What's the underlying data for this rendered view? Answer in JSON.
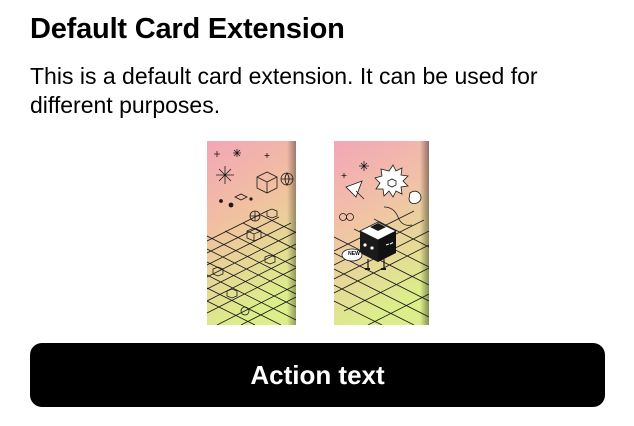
{
  "card_extension": {
    "title": "Default Card Extension",
    "description": "This is a default card extension. It can be used for different purposes.",
    "action_label": "Action text",
    "badge_text": "NEW",
    "images": {
      "left": "card-art-isometric-grid-icon",
      "right": "card-art-box-character-icon"
    },
    "colors": {
      "button_background": "#000000",
      "button_text": "#ffffff",
      "gradient_top": "#f2a6b7",
      "gradient_bottom": "#dcee8a"
    }
  }
}
